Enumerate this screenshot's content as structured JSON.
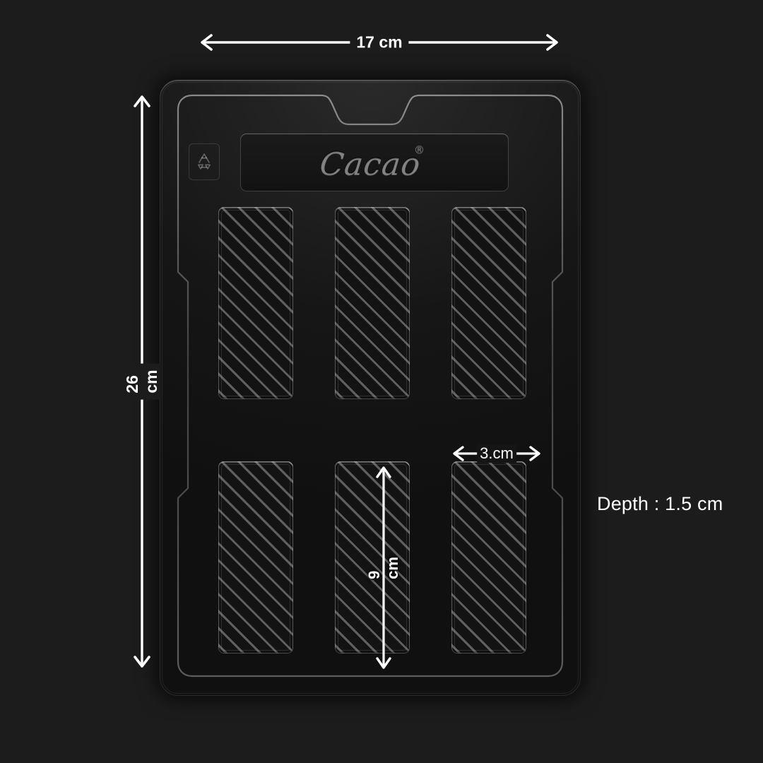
{
  "background_color": "#1c1c1c",
  "annotation_color": "#ffffff",
  "product": {
    "name": "chocolate-bar-mould-tray",
    "brand": {
      "text": "Cacao",
      "trademark_symbol": "®"
    },
    "recycle_icon": "recycling-symbol",
    "cavity_count": 6,
    "cavity_rows": 2,
    "cavity_columns": 3,
    "cavity_texture": "diagonal-stripes"
  },
  "dimensions": {
    "width": {
      "label": "17 cm",
      "orientation": "horizontal",
      "name": "overall-width"
    },
    "height": {
      "label": "26 cm",
      "orientation": "vertical",
      "name": "overall-height"
    },
    "cavity_width": {
      "label": "3.cm",
      "orientation": "horizontal",
      "name": "cavity-width"
    },
    "cavity_height": {
      "label": "9 cm",
      "orientation": "vertical",
      "name": "cavity-height"
    },
    "depth": {
      "label": "Depth : 1.5 cm",
      "name": "cavity-depth"
    }
  }
}
